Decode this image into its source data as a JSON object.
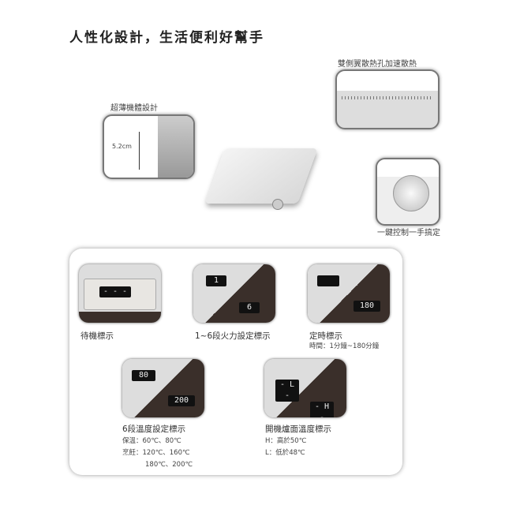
{
  "title": "人性化設計，生活便利好幫手",
  "callouts": {
    "vents": "雙側翼散熱孔加速散熱",
    "thin": "超薄機體設計",
    "height": "5.2cm",
    "knob": "一鍵控制一手搞定"
  },
  "modes": [
    {
      "label": "待機標示",
      "display": "- - -"
    },
    {
      "label": "1~6段火力設定標示",
      "display": "1",
      "display2": "6"
    },
    {
      "label": "定時標示",
      "sub": [
        "時間：1分鐘~180分鐘"
      ],
      "display": "",
      "display2": "180"
    },
    {
      "label": "6段溫度設定標示",
      "sub": [
        "保溫：60℃、80℃",
        "烹飪：120℃、160℃",
        "180℃、200℃"
      ],
      "display": "80",
      "display2": "200"
    },
    {
      "label": "開機爐面溫度標示",
      "sub": [
        "H：高於50℃",
        "L：低於48℃"
      ],
      "display": "- L -",
      "display2": "- H -"
    }
  ]
}
